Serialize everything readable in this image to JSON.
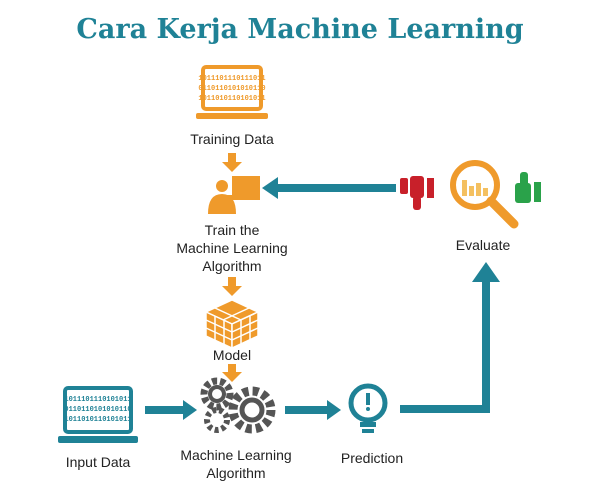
{
  "title": "Cara Kerja Machine Learning",
  "colors": {
    "teal": "#1f8296",
    "orange": "#ef9a2b",
    "red": "#c8202a",
    "green": "#2aa24a"
  },
  "nodes": {
    "training_data": {
      "label": "Training Data",
      "binary": [
        "1011101110111011",
        "0110110101010110",
        "1011010110101011"
      ]
    },
    "train": {
      "lines": [
        "Train the",
        "Machine Learning",
        "Algorithm"
      ]
    },
    "model": {
      "label": "Model"
    },
    "ml_algorithm": {
      "lines": [
        "Machine Learning",
        "Algorithm"
      ]
    },
    "input_data": {
      "label": "Input Data",
      "binary": [
        "1011101110101011",
        "0110110101010110",
        "1011010110101011"
      ]
    },
    "prediction": {
      "label": "Prediction"
    },
    "evaluate": {
      "label": "Evaluate"
    }
  }
}
